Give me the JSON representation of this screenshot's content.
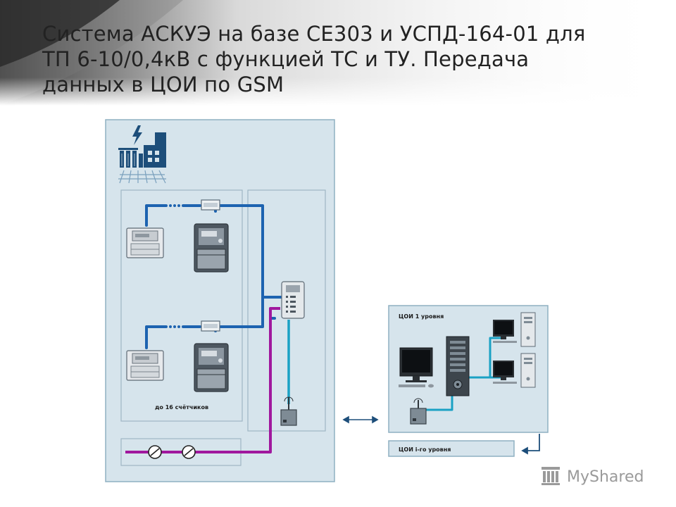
{
  "slide": {
    "title_lines": [
      "Система АСКУЭ на базе СЕ303 и УСПД-164-01 для",
      "ТП 6-10/0,4кВ с функцией ТС и ТУ. Передача",
      "данных в ЦОИ по GSM"
    ]
  },
  "diagram": {
    "meters_caption": "до 16 счётчиков",
    "coi_level1_label": "ЦОИ 1 уровня",
    "coi_level_i_label": "ЦОИ i-го уровня",
    "icons": [
      "substation-icon",
      "meter-icon",
      "uspd-icon",
      "gsm-modem-icon",
      "monitor-icon",
      "server-tower-icon",
      "switch-icon"
    ]
  },
  "watermark": {
    "text": "MyShared"
  }
}
